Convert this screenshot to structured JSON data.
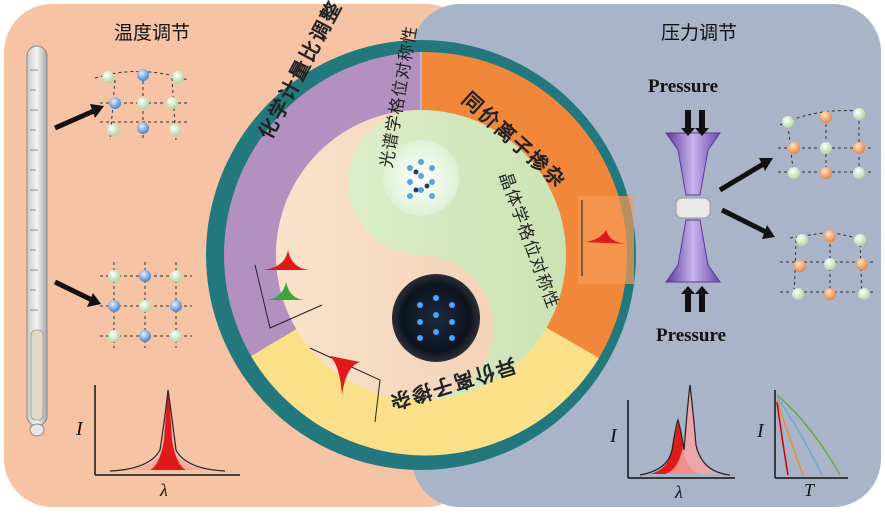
{
  "left_panel": {
    "title": "温度调节",
    "color": "#f6c3a4"
  },
  "right_panel": {
    "title": "压力调节",
    "color": "#aab4c8"
  },
  "pressure": {
    "top_label": "Pressure",
    "bottom_label": "Pressure"
  },
  "ring": {
    "outer_color": "#23787e",
    "segments": [
      {
        "label": "化学计量比调整",
        "color": "#b291c0"
      },
      {
        "label": "同价离子掺杂",
        "color": "#f0873a"
      },
      {
        "label": "异价离子掺杂",
        "color": "#fbe08a"
      }
    ]
  },
  "yinyang": {
    "light_label": "光谱学格位对称性",
    "green_label": "晶体学格位对称性"
  },
  "spectra": {
    "left": {
      "y_label": "I",
      "x_label": "λ"
    },
    "right_spectrum": {
      "y_label": "I",
      "x_label": "λ"
    },
    "right_decay": {
      "y_label": "I",
      "x_label": "T"
    }
  }
}
